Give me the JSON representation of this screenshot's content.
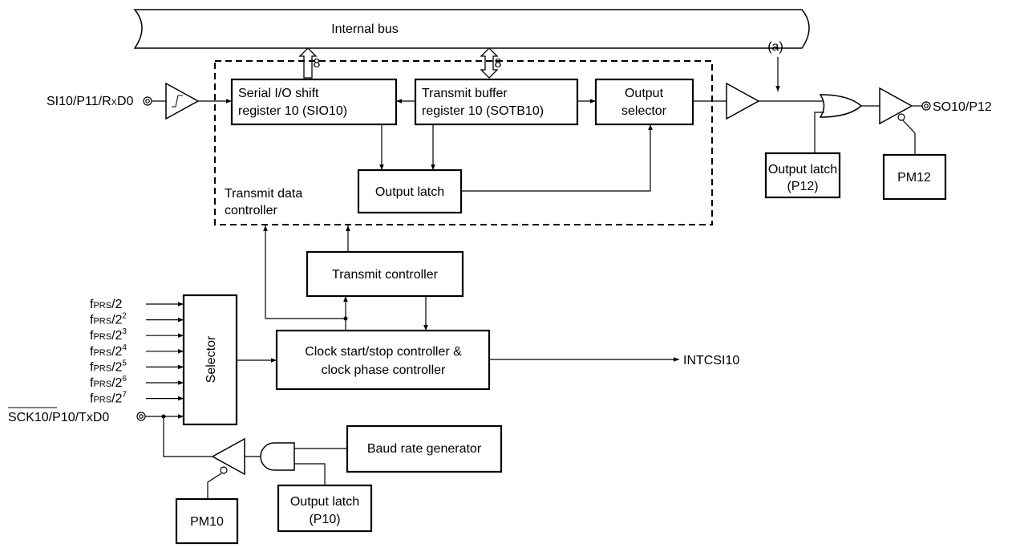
{
  "bus": {
    "label": "Internal bus",
    "width_a": "8",
    "width_b": "8"
  },
  "blocks": {
    "sio_line1": "Serial I/O shift",
    "sio_line2": "register 10 (SIO10)",
    "sotb_line1": "Transmit buffer",
    "sotb_line2": "register 10 (SOTB10)",
    "outsel_line1": "Output",
    "outsel_line2": "selector",
    "output_latch": "Output latch",
    "transmit_data_ctrl_line1": "Transmit data",
    "transmit_data_ctrl_line2": "controller",
    "transmit_controller": "Transmit controller",
    "selector": "Selector",
    "clock_line1": "Clock start/stop controller &",
    "clock_line2": "clock phase controller",
    "baud_rate_generator": "Baud rate generator",
    "p12_latch_line1": "Output latch",
    "p12_latch_line2": "(P12)",
    "pm12": "PM12",
    "p10_latch_line1": "Output latch",
    "p10_latch_line2": "(P10)",
    "pm10": "PM10"
  },
  "pins": {
    "si10": "SI10/P11/R",
    "si10_sub": "X",
    "si10_tail": "D0",
    "so10": "SO10/P12",
    "sck10": "SCK10/P10/TxD0",
    "intcsi10": "INTCSI10",
    "a_marker": "(a)"
  },
  "clock_inputs": [
    {
      "f": "f",
      "sub": "PRS",
      "base": "/2",
      "exp": ""
    },
    {
      "f": "f",
      "sub": "PRS",
      "base": "/2",
      "exp": "2"
    },
    {
      "f": "f",
      "sub": "PRS",
      "base": "/2",
      "exp": "3"
    },
    {
      "f": "f",
      "sub": "PRS",
      "base": "/2",
      "exp": "4"
    },
    {
      "f": "f",
      "sub": "PRS",
      "base": "/2",
      "exp": "5"
    },
    {
      "f": "f",
      "sub": "PRS",
      "base": "/2",
      "exp": "6"
    },
    {
      "f": "f",
      "sub": "PRS",
      "base": "/2",
      "exp": "7"
    }
  ]
}
